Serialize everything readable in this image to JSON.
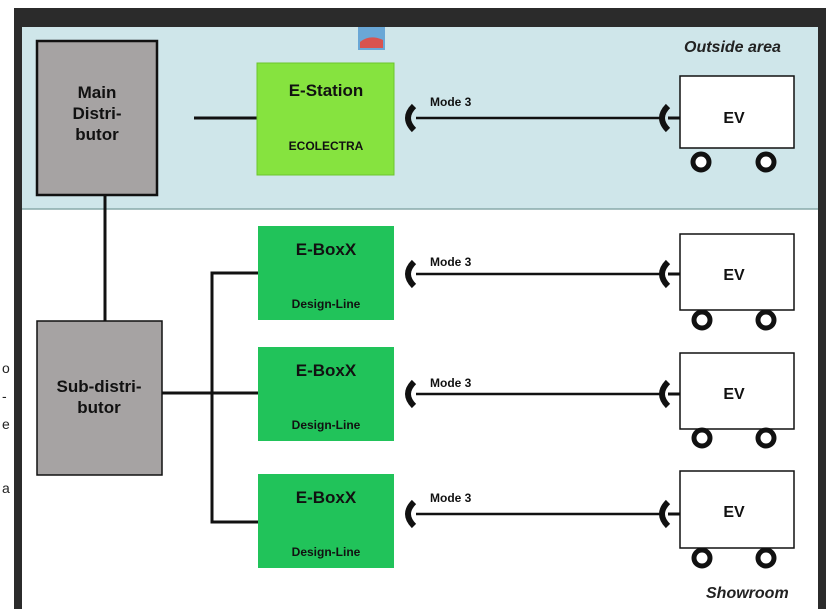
{
  "left_fragments": [
    "o",
    "-",
    "e",
    "a"
  ],
  "areas": {
    "outside": "Outside area",
    "showroom": "Showroom"
  },
  "main_distributor": [
    "Main",
    "Distri-",
    "butor"
  ],
  "sub_distributor": [
    "Sub-distri-",
    "butor"
  ],
  "e_station": {
    "title": "E-Station",
    "subtitle": "ECOLECTRA"
  },
  "e_boxes": [
    {
      "title": "E-BoxX",
      "subtitle": "Design-Line"
    },
    {
      "title": "E-BoxX",
      "subtitle": "Design-Line"
    },
    {
      "title": "E-BoxX",
      "subtitle": "Design-Line"
    }
  ],
  "connection_label": "Mode 3",
  "vehicle_label": "EV",
  "colors": {
    "outside_bg": "#cfe6ea",
    "distributor": "#a6a3a3",
    "e_station": "#86e33f",
    "e_box": "#21c35a",
    "frame": "#2b2b2b"
  }
}
